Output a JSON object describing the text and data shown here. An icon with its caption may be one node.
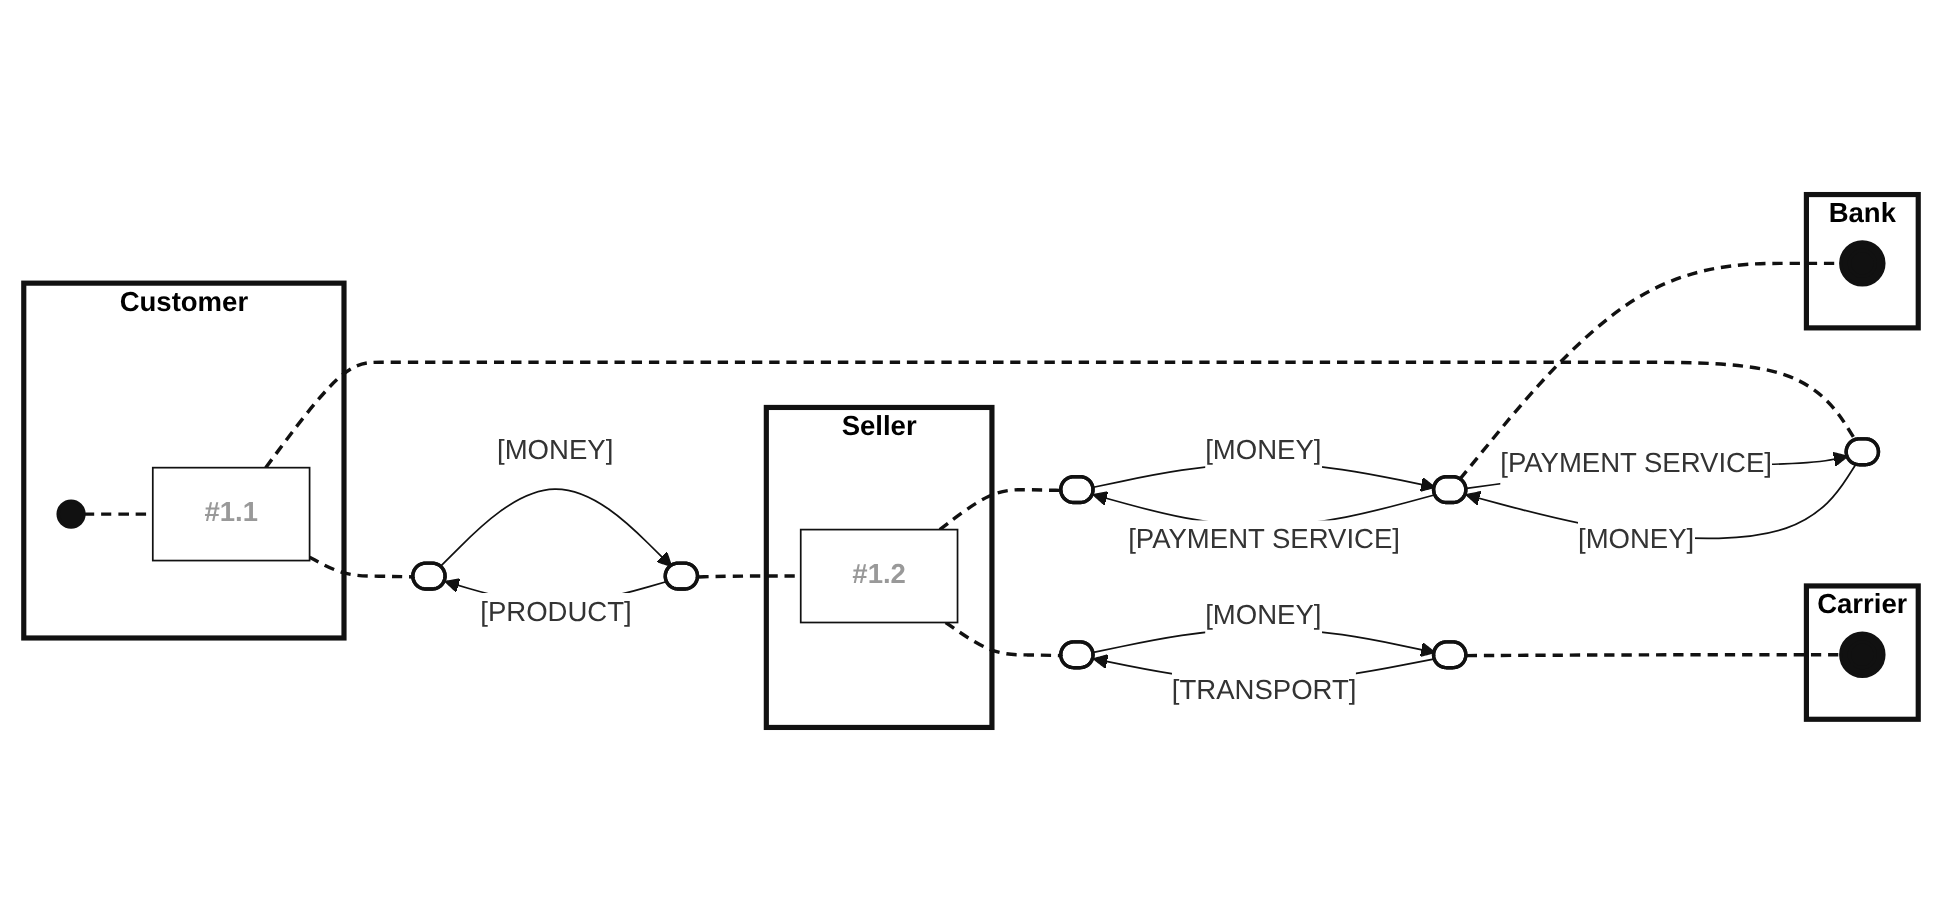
{
  "diagram": {
    "nodes": [
      {
        "text": [
          "Customer"
        ]
      },
      {
        "text": [],
        "shape": "circle",
        "in": 0
      },
      {
        "text": [
          "#1.1"
        ],
        "in": 0
      },
      {
        "text": [],
        "shape": "box"
      },
      {
        "text": [],
        "shape": "box"
      },
      {
        "text": [
          "Seller"
        ]
      },
      {
        "text": [
          "#1.2"
        ],
        "in": 5
      },
      {
        "text": [],
        "shape": "box"
      },
      {
        "text": [],
        "shape": "box"
      },
      {
        "text": [],
        "shape": "box"
      },
      {
        "text": [
          "Carrier"
        ]
      },
      {
        "text": [],
        "shape": "box"
      },
      {
        "text": [],
        "shape": "circle",
        "in": 10
      },
      {
        "text": [
          "Bank"
        ]
      },
      {
        "text": [],
        "shape": "box"
      },
      {
        "text": [],
        "shape": "circle",
        "in": 13
      }
    ],
    "edges": [
      {
        "from": 1,
        "to": 2,
        "arrow": "none",
        "style": "dashed"
      },
      {
        "from": 2,
        "to": 3,
        "arrow": "none",
        "style": "dashed"
      },
      {
        "from": 2,
        "to": 4,
        "arrow": "none",
        "style": "dashed"
      },
      {
        "from": 7,
        "to": 3,
        "arrow": "to",
        "label": "[PRODUCT]"
      },
      {
        "from": 3,
        "to": 7,
        "arrow": "to",
        "label": "[MONEY]"
      },
      {
        "from": 7,
        "to": 6,
        "arrow": "none",
        "style": "dashed"
      },
      {
        "from": 6,
        "to": 8,
        "arrow": "none",
        "style": "dashed"
      },
      {
        "from": 6,
        "to": 9,
        "arrow": "none",
        "style": "dashed"
      },
      {
        "from": 11,
        "to": 8,
        "arrow": "to",
        "label": "[TRANSPORT]"
      },
      {
        "from": 8,
        "to": 11,
        "arrow": "to",
        "label": "[MONEY]"
      },
      {
        "from": 11,
        "to": 12,
        "arrow": "none",
        "style": "dashed"
      },
      {
        "from": 14,
        "to": 4,
        "arrow": "to",
        "label": "[PAYMENT SERVICE]"
      },
      {
        "from": 4,
        "to": 14,
        "arrow": "to",
        "label": "[MONEY]"
      },
      {
        "from": 14,
        "to": 9,
        "arrow": "to",
        "label": "[PAYMENT SERVICE]"
      },
      {
        "from": 9,
        "to": 14,
        "arrow": "to",
        "label": "[MONEY]"
      },
      {
        "from": 14,
        "to": 15,
        "arrow": "none",
        "style": "dashed"
      }
    ]
  }
}
